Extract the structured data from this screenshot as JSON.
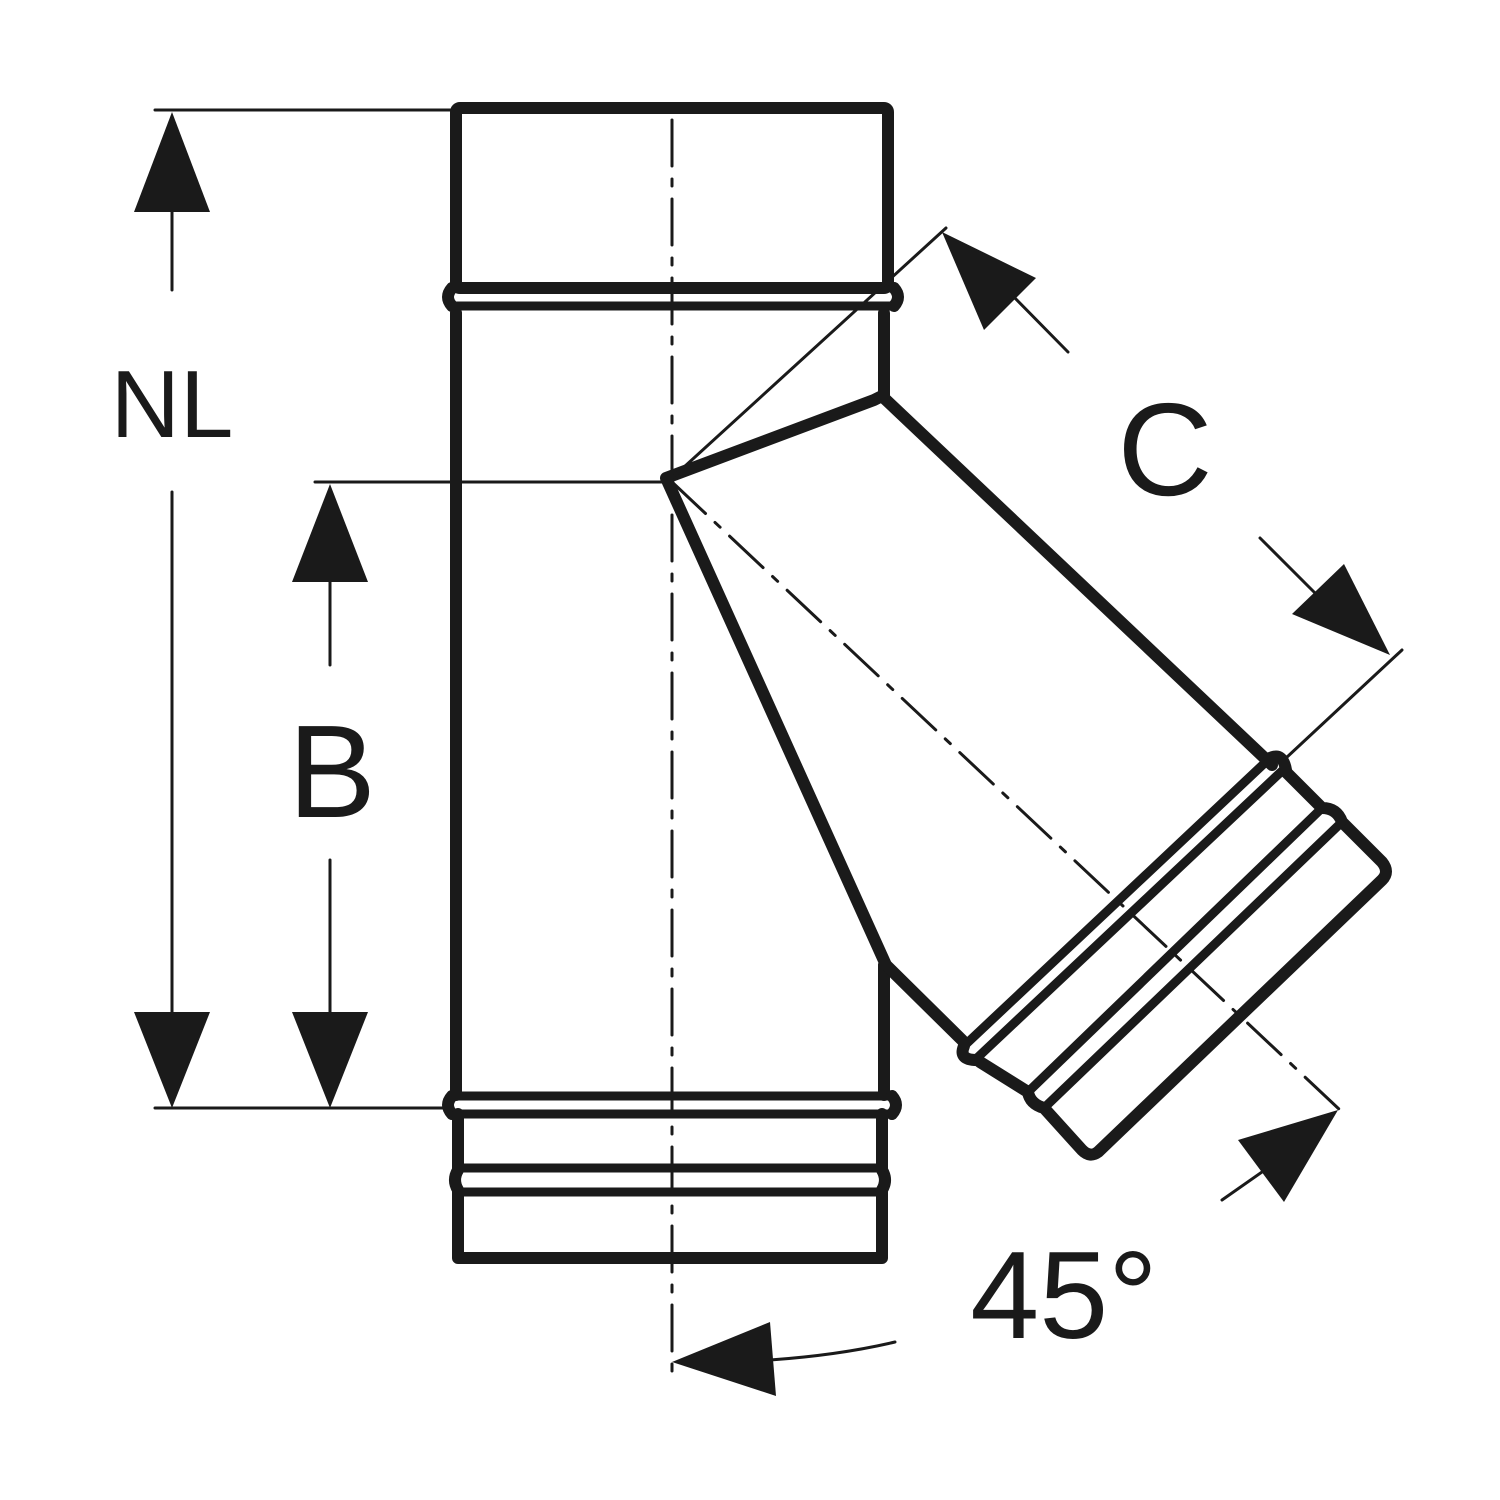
{
  "drawing": {
    "dimensions": {
      "nl": "NL",
      "b": "B",
      "c": "C",
      "angle": "45°"
    },
    "colors": {
      "stroke": "#1a1a1a",
      "background": "#ffffff"
    }
  }
}
